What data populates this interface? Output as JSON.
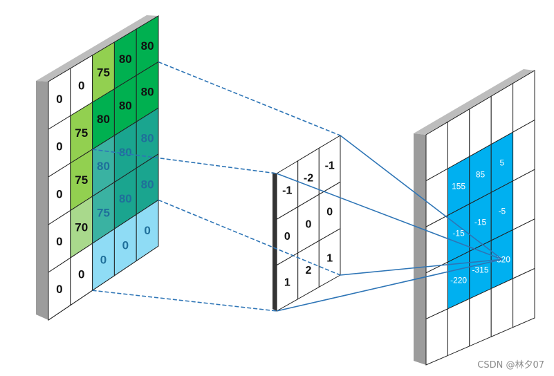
{
  "input_grid": {
    "values": [
      [
        "0",
        "0",
        "75",
        "80",
        "80"
      ],
      [
        "0",
        "75",
        "80",
        "80",
        "80"
      ],
      [
        "0",
        "75",
        "80",
        "80",
        "80"
      ],
      [
        "0",
        "70",
        "75",
        "80",
        "80"
      ],
      [
        "0",
        "0",
        "0",
        "0",
        "0"
      ]
    ],
    "fills": [
      [
        "#ffffff",
        "#ffffff",
        "#92d050",
        "#00b050",
        "#00b050"
      ],
      [
        "#ffffff",
        "#92d050",
        "#00b050",
        "#00b050",
        "#00b050"
      ],
      [
        "#ffffff",
        "#92d050",
        "#3ab2a2",
        "#1aa58f",
        "#1aa58f"
      ],
      [
        "#ffffff",
        "#a9d98c",
        "#3ab2a2",
        "#1aa58f",
        "#1aa58f"
      ],
      [
        "#ffffff",
        "#ffffff",
        "#8fdcf5",
        "#8fdcf5",
        "#8fdcf5"
      ]
    ],
    "highlight_text_color": "#1f6f9a"
  },
  "kernel": {
    "values": [
      [
        "-1",
        "-2",
        "-1"
      ],
      [
        "0",
        "0",
        "0"
      ],
      [
        "1",
        "2",
        "1"
      ]
    ]
  },
  "output_grid": {
    "highlight_values": [
      [
        "155",
        "85",
        "5"
      ],
      [
        "-15",
        "-15",
        "-5"
      ],
      [
        "-220",
        "-315",
        "-320"
      ]
    ],
    "highlight_color": "#00b0f0"
  },
  "colors": {
    "frame_side": "#9c9c9c",
    "frame_top": "#bdbdbd",
    "grid_line": "#222222",
    "connector": "#2e75b6"
  },
  "watermark": "CSDN @林夕07"
}
